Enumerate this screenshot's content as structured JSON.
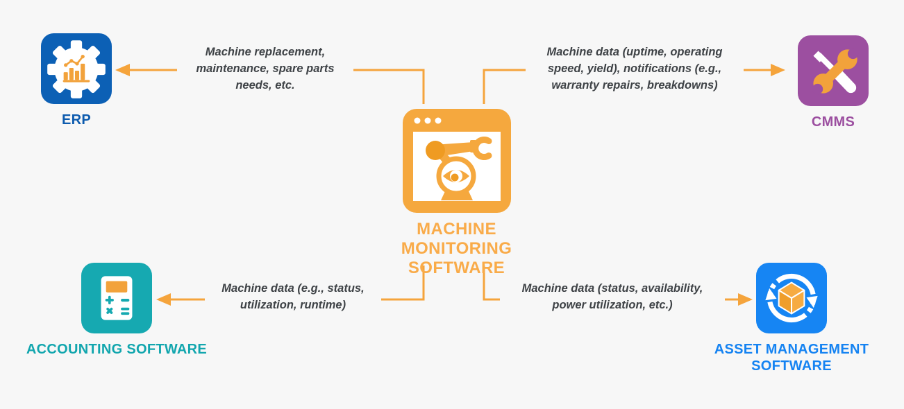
{
  "background_color": "#f7f7f7",
  "accent_orange": "#f5a43c",
  "label_text_color": "#3e4246",
  "center": {
    "title": "MACHINE MONITORING\nSOFTWARE",
    "title_color": "#f9ab49",
    "icon": "robot-arm-browser-window-icon"
  },
  "nodes": [
    {
      "id": "erp",
      "label": "ERP",
      "color": "#0c60b5",
      "label_color": "#0d5bae",
      "icon": "gear-bar-chart-icon",
      "position": "top-left"
    },
    {
      "id": "cmms",
      "label": "CMMS",
      "color": "#9c4fa0",
      "label_color": "#9c4fa0",
      "icon": "wrench-screwdriver-icon",
      "position": "top-right"
    },
    {
      "id": "accounting",
      "label": "ACCOUNTING SOFTWARE",
      "color": "#16a9b1",
      "label_color": "#12a6ae",
      "icon": "calculator-icon",
      "position": "bottom-left"
    },
    {
      "id": "asset",
      "label": "ASSET MANAGEMENT\nSOFTWARE",
      "color": "#1685f3",
      "label_color": "#1583f2",
      "icon": "cycle-arrows-cube-icon",
      "position": "bottom-right"
    }
  ],
  "connections": [
    {
      "from": "machine-monitoring-software",
      "to": "erp",
      "direction": "arrow-points-to-erp",
      "label": "Machine replacement,\nmaintenance, spare parts\nneeds, etc."
    },
    {
      "from": "machine-monitoring-software",
      "to": "cmms",
      "direction": "arrow-points-to-cmms",
      "label": "Machine data (uptime, operating\nspeed, yield), notifications (e.g.,\nwarranty repairs, breakdowns)"
    },
    {
      "from": "machine-monitoring-software",
      "to": "accounting",
      "direction": "arrow-points-to-accounting",
      "label": "Machine data (e.g., status,\nutilization, runtime)"
    },
    {
      "from": "machine-monitoring-software",
      "to": "asset",
      "direction": "arrow-points-to-asset",
      "label": "Machine data (status, availability,\npower utilization, etc.)"
    }
  ]
}
